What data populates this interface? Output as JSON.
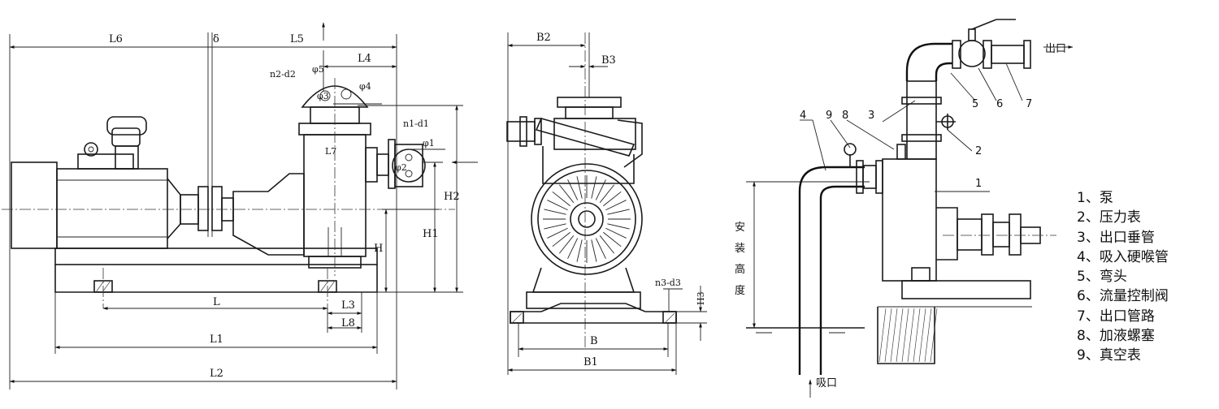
{
  "front_view": {
    "dimensions": {
      "L6": "L6",
      "delta": "δ",
      "L5": "L5",
      "L4": "L4",
      "n2d2": "n2-d2",
      "phi5": "φ5",
      "phi4": "φ4",
      "phi3": "φ3",
      "n1d1": "n1-d1",
      "phi1": "φ1",
      "phi2": "φ2",
      "H": "H",
      "H1": "H1",
      "H2": "H2",
      "L7": "L7",
      "L": "L",
      "L3": "L3",
      "L8": "L8",
      "L1": "L1",
      "L2": "L2"
    }
  },
  "side_view": {
    "dimensions": {
      "B2": "B2",
      "B3": "B3",
      "n3d3": "n3-d3",
      "H3": "H3",
      "B": "B",
      "B1": "B1"
    }
  },
  "install_view": {
    "numbers": [
      "1",
      "2",
      "3",
      "4",
      "5",
      "6",
      "7",
      "8",
      "9"
    ],
    "outlet_label": "出口",
    "suction_label": "吸口",
    "install_height_label": [
      "安",
      "装",
      "高",
      "度"
    ]
  },
  "legend": [
    "1、泵",
    "2、压力表",
    "3、出口垂管",
    "4、吸入硬喉管",
    "5、弯头",
    "6、流量控制阀",
    "7、出口管路",
    "8、加液螺塞",
    "9、真空表"
  ]
}
